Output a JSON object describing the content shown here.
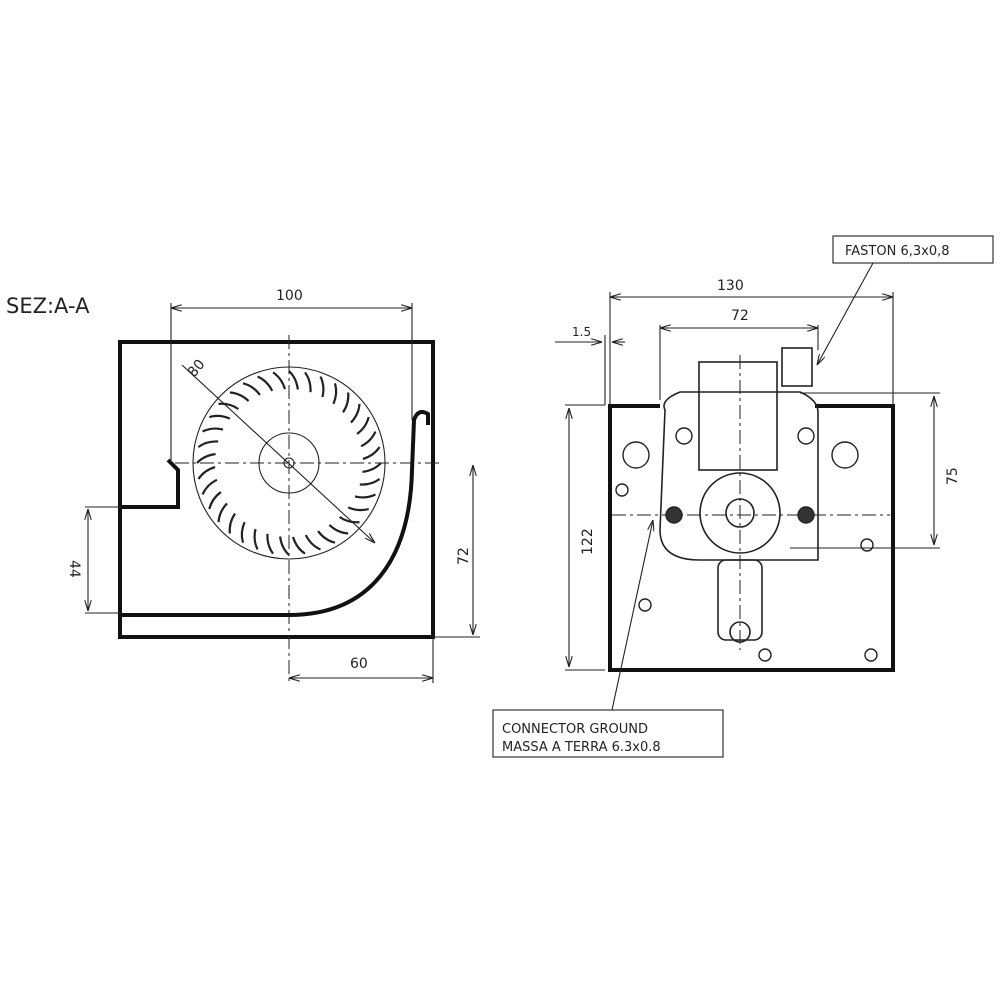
{
  "section_view": {
    "title": "SEZ:A-A",
    "dimensions": {
      "width_outlet": "100",
      "impeller_diameter": "80",
      "height_axis": "72",
      "outlet_height": "44",
      "axis_offset": "60"
    },
    "blade_count": 36
  },
  "front_view": {
    "dimensions": {
      "overall_width": "130",
      "motor_width": "72",
      "flange_thickness": "1.5",
      "overall_height": "122",
      "motor_height": "75"
    },
    "faston_label": "FASTON 6,3x0,8",
    "ground_label_line1": "CONNECTOR GROUND",
    "ground_label_line2": "MASSA A TERRA 6.3x0.8"
  }
}
